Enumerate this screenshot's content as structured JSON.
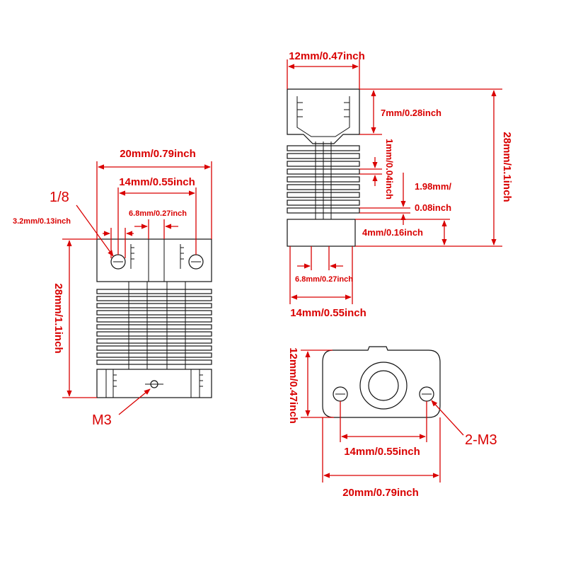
{
  "colors": {
    "dimension": "#d90000",
    "outline": "#111111",
    "background": "#ffffff"
  },
  "front_view": {
    "width_total": "20mm/0.79inch",
    "hole_spacing": "14mm/0.55inch",
    "slot_width": "6.8mm/0.27inch",
    "hole_diameter": "3.2mm/0.13inch",
    "height": "28mm/1.1inch",
    "top_thread_callout": "1/8",
    "bottom_thread_callout": "M3"
  },
  "side_view": {
    "width_top": "12mm/0.47inch",
    "top_block_height": "7mm/0.28inch",
    "fin_thickness": "1mm/0.04inch",
    "fin_gap_line1": "1.98mm/",
    "fin_gap_line2": "0.08inch",
    "base_height": "4mm/0.16inch",
    "height": "28mm/1.1inch",
    "bore": "6.8mm/0.27inch",
    "width_bottom": "14mm/0.55inch"
  },
  "top_view": {
    "depth": "12mm/0.47inch",
    "hole_spacing": "14mm/0.55inch",
    "width": "20mm/0.79inch",
    "holes_callout": "2-M3"
  }
}
